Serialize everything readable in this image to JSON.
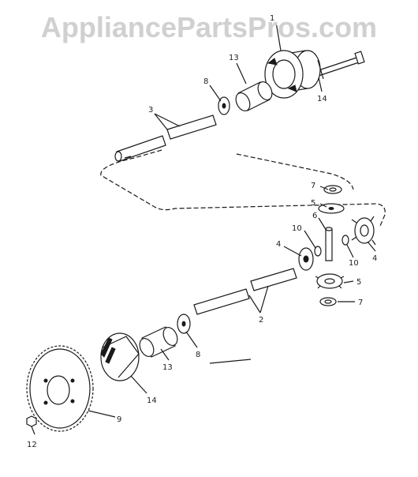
{
  "watermark": "AppliancePartsPros.com",
  "callouts": {
    "c1": "1",
    "c13_top": "13",
    "c8_top": "8",
    "c3": "3",
    "c14_top": "14",
    "c7_top": "7",
    "c5_top": "5",
    "c6": "6",
    "c10_left": "10",
    "c10_right": "10",
    "c4_left": "4",
    "c4_right": "4",
    "c5_bottom": "5",
    "c7_bottom": "7",
    "c2": "2",
    "c8_bottom": "8",
    "c13_bottom": "13",
    "c14_bottom": "14",
    "c9": "9",
    "c12": "12"
  }
}
